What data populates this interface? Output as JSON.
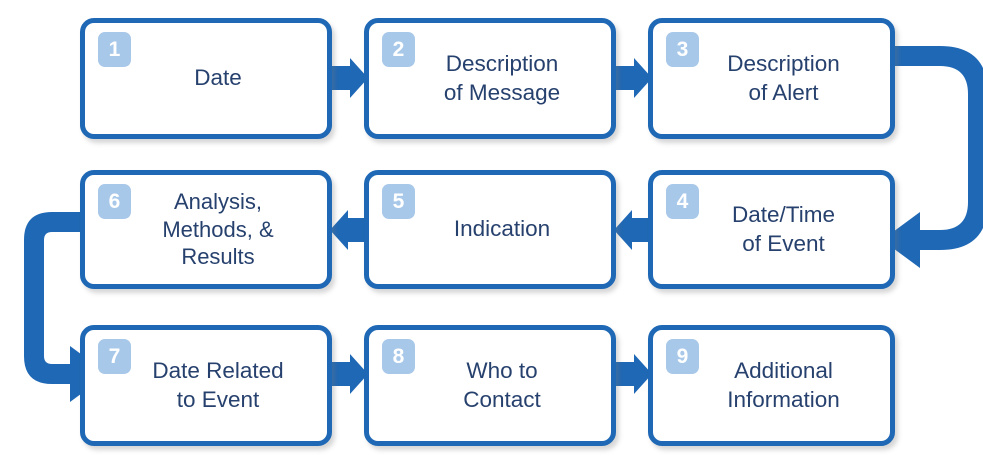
{
  "diagram": {
    "title": "Nine-step reporting flowchart",
    "type": "flowchart",
    "direction": "boustrophedon (left-to-right, then right-to-left, then left-to-right)",
    "colors": {
      "box_border": "#1f68b5",
      "box_fill": "#ffffff",
      "badge_fill": "#a8c8ea",
      "badge_text": "#ffffff",
      "label_text": "#27416e",
      "connector": "#1f68b5",
      "background": "#ffffff"
    },
    "nodes": [
      {
        "id": "n1",
        "number": "1",
        "label": "Date",
        "row": 1,
        "col": 1
      },
      {
        "id": "n2",
        "number": "2",
        "label": "Description\nof Message",
        "row": 1,
        "col": 2
      },
      {
        "id": "n3",
        "number": "3",
        "label": "Description\nof Alert",
        "row": 1,
        "col": 3
      },
      {
        "id": "n4",
        "number": "4",
        "label": "Date/Time\nof Event",
        "row": 2,
        "col": 3
      },
      {
        "id": "n5",
        "number": "5",
        "label": "Indication",
        "row": 2,
        "col": 2
      },
      {
        "id": "n6",
        "number": "6",
        "label": "Analysis,\nMethods, &\nResults",
        "row": 2,
        "col": 1
      },
      {
        "id": "n7",
        "number": "7",
        "label": "Date Related\nto Event",
        "row": 3,
        "col": 1
      },
      {
        "id": "n8",
        "number": "8",
        "label": "Who to\nContact",
        "row": 3,
        "col": 2
      },
      {
        "id": "n9",
        "number": "9",
        "label": "Additional\nInformation",
        "row": 3,
        "col": 3
      }
    ],
    "connectors": [
      {
        "id": "c1",
        "from": "n1",
        "to": "n2",
        "style": "straight",
        "direction": "right"
      },
      {
        "id": "c2",
        "from": "n2",
        "to": "n3",
        "style": "straight",
        "direction": "right"
      },
      {
        "id": "c3",
        "from": "n3",
        "to": "n4",
        "style": "elbow-right-wrap",
        "direction": "down-then-left"
      },
      {
        "id": "c4",
        "from": "n4",
        "to": "n5",
        "style": "straight",
        "direction": "left"
      },
      {
        "id": "c5",
        "from": "n5",
        "to": "n6",
        "style": "straight",
        "direction": "left"
      },
      {
        "id": "c6",
        "from": "n6",
        "to": "n7",
        "style": "elbow-left-wrap",
        "direction": "down-then-right"
      },
      {
        "id": "c7",
        "from": "n7",
        "to": "n8",
        "style": "straight",
        "direction": "right"
      },
      {
        "id": "c8",
        "from": "n8",
        "to": "n9",
        "style": "straight",
        "direction": "right"
      }
    ]
  }
}
